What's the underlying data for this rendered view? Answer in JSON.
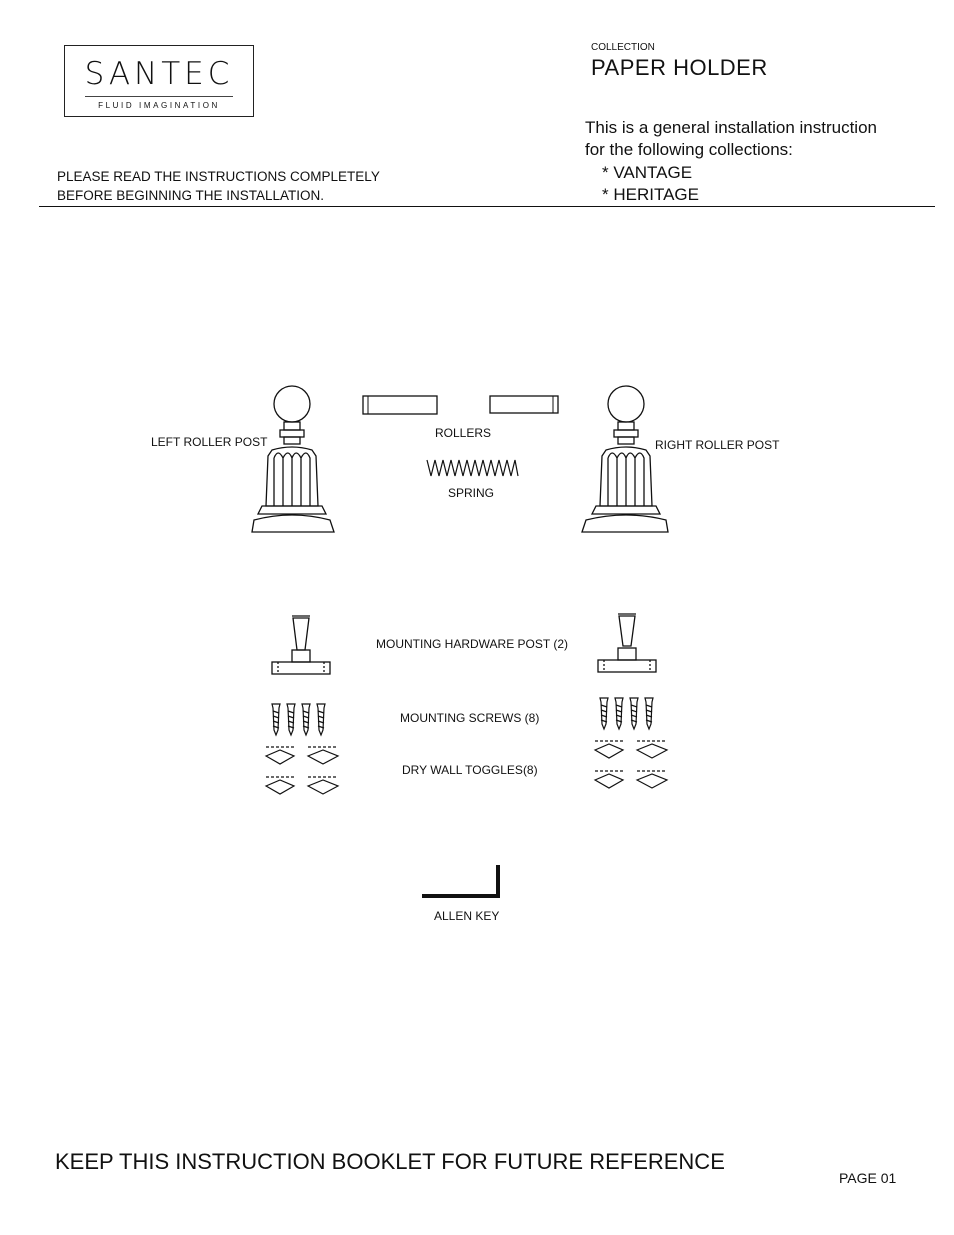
{
  "logo": {
    "brand": "SANTEC",
    "tagline": "FLUID IMAGINATION"
  },
  "header": {
    "collection_label": "COLLECTION",
    "title": "PAPER HOLDER",
    "intro_line1": "This is a general installation instruction",
    "intro_line2": "for the following collections:",
    "collections": [
      "* VANTAGE",
      "* HERITAGE"
    ],
    "warning_line1": "PLEASE READ THE INSTRUCTIONS COMPLETELY",
    "warning_line2": "BEFORE BEGINNING THE INSTALLATION."
  },
  "parts": {
    "left_roller_post": "LEFT  ROLLER POST",
    "rollers": "ROLLERS",
    "spring": "SPRING",
    "right_roller_post": "RIGHT ROLLER POST",
    "mounting_hardware_post": "MOUNTING HARDWARE POST (2)",
    "mounting_screws": "MOUNTING SCREWS (8)",
    "dry_wall_toggles": "DRY WALL TOGGLES(8)",
    "allen_key": "ALLEN KEY"
  },
  "footer": {
    "note": "KEEP THIS INSTRUCTION BOOKLET FOR FUTURE REFERENCE",
    "page": "PAGE 01"
  }
}
